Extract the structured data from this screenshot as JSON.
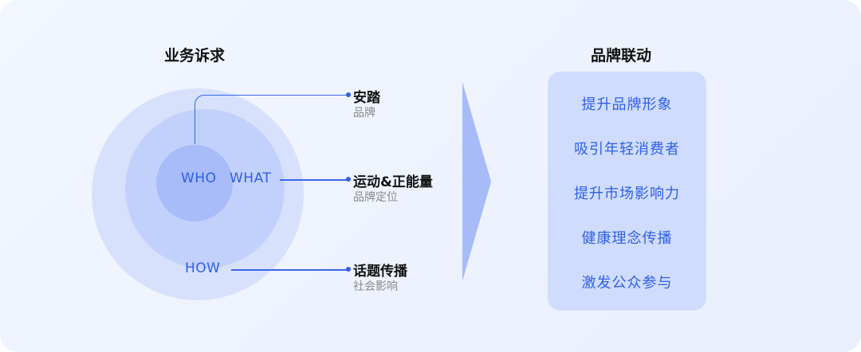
{
  "left_heading": "业务诉求",
  "right_heading": "品牌联动",
  "circle_labels": {
    "who": "WHO",
    "what": "WHAT",
    "how": "HOW"
  },
  "items": [
    {
      "title": "安踏",
      "subtitle": "品牌"
    },
    {
      "title": "运动&正能量",
      "subtitle": "品牌定位"
    },
    {
      "title": "话题传播",
      "subtitle": "社会影响"
    }
  ],
  "goals": [
    "提升品牌形象",
    "吸引年轻消费者",
    "提升市场影响力",
    "健康理念传播",
    "激发公众参与"
  ],
  "colors": {
    "accent": "#2f5fe8",
    "circle_outer": "#d7e1fc",
    "circle_mid": "#c2d1fb",
    "circle_inner": "#a8bcf9",
    "panel": "#cfdcfd",
    "arrow": "#a6bbf7"
  }
}
